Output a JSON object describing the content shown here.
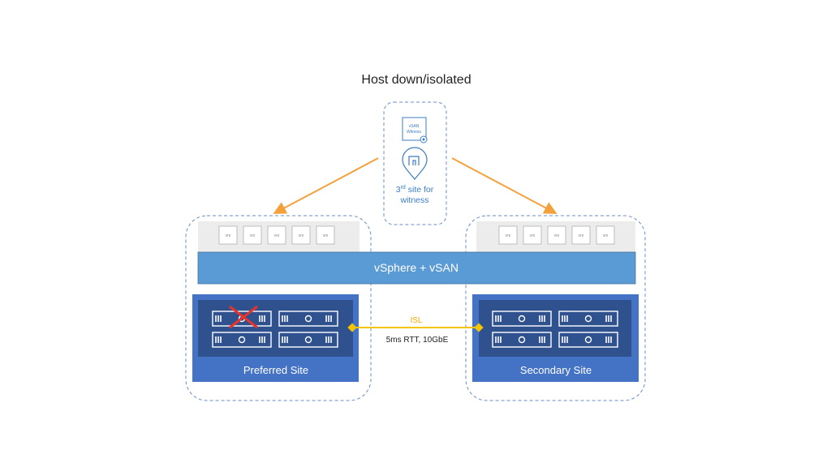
{
  "title": "Host down/isolated",
  "witness": {
    "badge_line1": "vSAN",
    "badge_line2": "Witness",
    "label_prefix": "3",
    "label_sup": "rd",
    "label_rest": " site for",
    "label_line2": "witness"
  },
  "band_label": "vSphere + vSAN",
  "vm_label": "vm",
  "sites": {
    "preferred": {
      "label": "Preferred Site",
      "failed_host": "top-left"
    },
    "secondary": {
      "label": "Secondary Site"
    }
  },
  "link": {
    "name": "ISL",
    "spec": "5ms RTT, 10GbE"
  },
  "colors": {
    "band": "#5b9bd5",
    "site_panel": "#4472c4",
    "server_rack": "#2f528f",
    "arrow": "#f5a13b",
    "isl": "#f5c400",
    "failure_x": "#e8322b",
    "dashed_border": "#6a8fc4"
  }
}
